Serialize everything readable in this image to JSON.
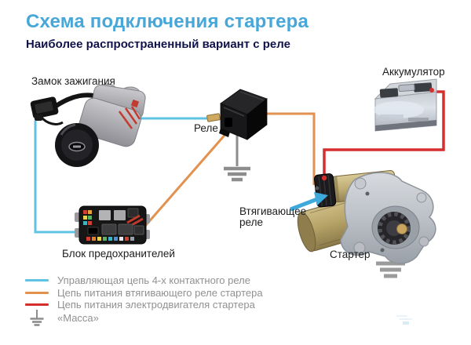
{
  "header": {
    "title": "Схема подключения стартера",
    "subtitle": "Наиболее распространенный вариант с реле"
  },
  "components": {
    "ignition_lock": {
      "label": "Замок зажигания"
    },
    "relay": {
      "label": "Реле"
    },
    "battery": {
      "label": "Аккумулятор"
    },
    "fuse_box": {
      "label": "Блок предохранителей"
    },
    "starter": {
      "label": "Стартер"
    },
    "solenoid": {
      "label": "Втягивающее реле"
    }
  },
  "legend": {
    "items": [
      {
        "swatch": "line",
        "color": "#5fc3e4",
        "label": "Управляющая цепь 4-х контактного реле"
      },
      {
        "swatch": "line",
        "color": "#e2914e",
        "label": "Цепь питания втягивающего реле стартера"
      },
      {
        "swatch": "line",
        "color": "#d62e2e",
        "label": "Цепь питания электродвигателя стартера"
      },
      {
        "swatch": "ground-icon",
        "color": "#8d8d8d",
        "label": "«Масса»"
      }
    ]
  },
  "colors": {
    "title": "#47a7d9",
    "subtitle": "#10124a",
    "control_wire": "#5fc3e4",
    "solenoid_wire": "#e2914e",
    "motor_wire": "#d62e2e",
    "ground": "#8d8d8d",
    "pointer_arrow": "#3fa9dc",
    "label_text": "#1d1d1d",
    "legend_text": "#919191"
  }
}
